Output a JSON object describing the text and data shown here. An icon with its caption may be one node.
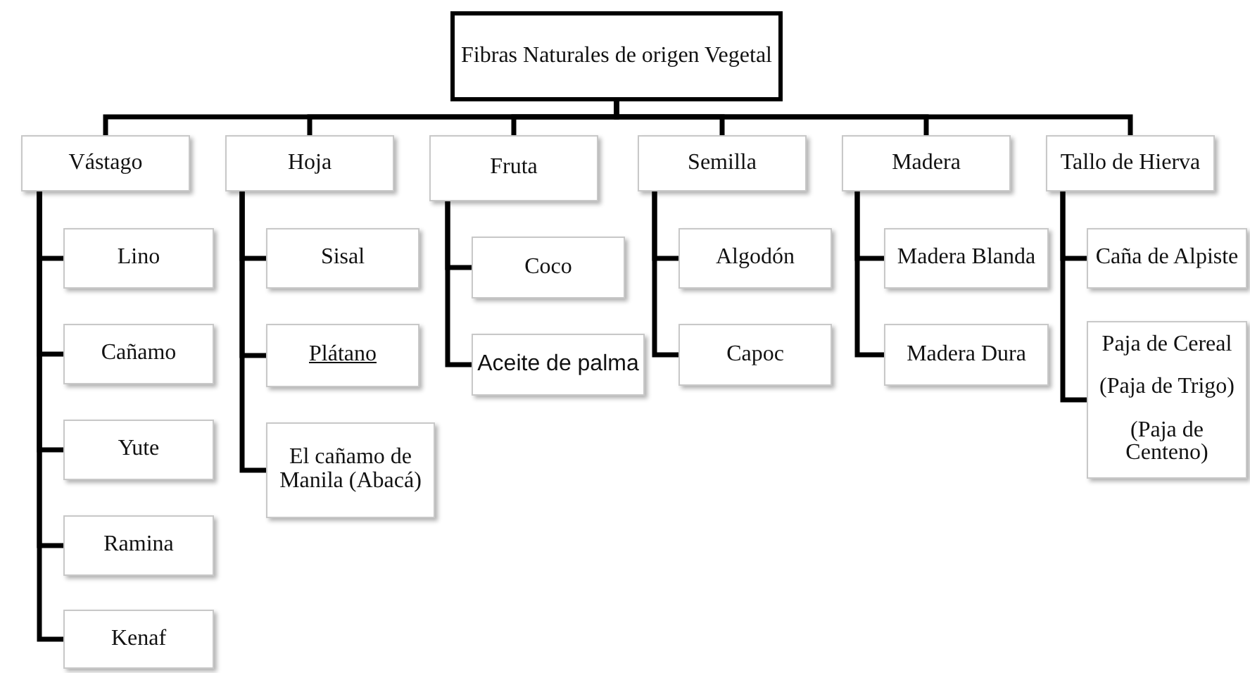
{
  "diagram": {
    "nodes": [
      {
        "text": [
          "Fibras Naturales de origen Vegetal"
        ]
      },
      {
        "text": [
          "Vástago"
        ]
      },
      {
        "text": [
          "Hoja"
        ]
      },
      {
        "text": [
          "Fruta"
        ]
      },
      {
        "text": [
          "Semilla"
        ]
      },
      {
        "text": [
          "Madera"
        ]
      },
      {
        "text": [
          "Tallo de Hierva"
        ]
      },
      {
        "text": [
          "Lino"
        ]
      },
      {
        "text": [
          "Cañamo"
        ]
      },
      {
        "text": [
          "Yute"
        ]
      },
      {
        "text": [
          "Ramina"
        ]
      },
      {
        "text": [
          "Kenaf"
        ]
      },
      {
        "text": [
          "Sisal"
        ]
      },
      {
        "text": [
          "Plátano"
        ]
      },
      {
        "text": [
          "El cañamo de Manila (Abacá)"
        ]
      },
      {
        "text": [
          "Coco"
        ]
      },
      {
        "text": [
          "Aceite de palma"
        ]
      },
      {
        "text": [
          "Algodón"
        ]
      },
      {
        "text": [
          "Capoc"
        ]
      },
      {
        "text": [
          "Madera Blanda"
        ]
      },
      {
        "text": [
          "Madera Dura"
        ]
      },
      {
        "text": [
          "Caña de Alpiste"
        ]
      },
      {
        "text": [
          "Paja de Cereal",
          "(Paja de Trigo)",
          "(Paja de Centeno)"
        ]
      }
    ],
    "edges": [
      {
        "from": 0,
        "to": 1,
        "arrow": "none"
      },
      {
        "from": 0,
        "to": 2,
        "arrow": "none"
      },
      {
        "from": 0,
        "to": 3,
        "arrow": "none"
      },
      {
        "from": 0,
        "to": 4,
        "arrow": "none"
      },
      {
        "from": 0,
        "to": 5,
        "arrow": "none"
      },
      {
        "from": 0,
        "to": 6,
        "arrow": "none"
      },
      {
        "from": 1,
        "to": 7,
        "arrow": "none"
      },
      {
        "from": 1,
        "to": 8,
        "arrow": "none"
      },
      {
        "from": 1,
        "to": 9,
        "arrow": "none"
      },
      {
        "from": 1,
        "to": 10,
        "arrow": "none"
      },
      {
        "from": 1,
        "to": 11,
        "arrow": "none"
      },
      {
        "from": 2,
        "to": 12,
        "arrow": "none"
      },
      {
        "from": 2,
        "to": 13,
        "arrow": "none"
      },
      {
        "from": 2,
        "to": 14,
        "arrow": "none"
      },
      {
        "from": 3,
        "to": 15,
        "arrow": "none"
      },
      {
        "from": 3,
        "to": 16,
        "arrow": "none"
      },
      {
        "from": 4,
        "to": 17,
        "arrow": "none"
      },
      {
        "from": 4,
        "to": 18,
        "arrow": "none"
      },
      {
        "from": 5,
        "to": 19,
        "arrow": "none"
      },
      {
        "from": 5,
        "to": 20,
        "arrow": "none"
      },
      {
        "from": 6,
        "to": 21,
        "arrow": "none"
      },
      {
        "from": 6,
        "to": 22,
        "arrow": "none"
      }
    ]
  }
}
